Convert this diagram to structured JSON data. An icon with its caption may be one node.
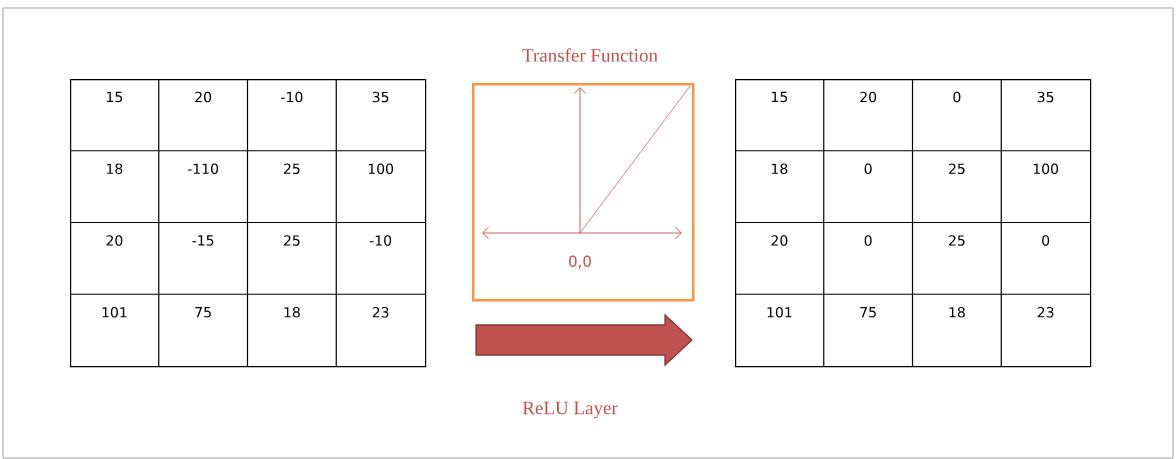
{
  "diagram": {
    "nodes": [
      {
        "text": [
          "15",
          "20",
          "-10",
          "35",
          "18",
          "-110",
          "25",
          "100",
          "20",
          "-15",
          "25",
          "-10",
          "101",
          "75",
          "18",
          "23"
        ]
      },
      {
        "text": [
          "Transfer Function",
          "0,0"
        ]
      },
      {
        "text": [
          "15",
          "20",
          "0",
          "35",
          "18",
          "0",
          "25",
          "100",
          "20",
          "0",
          "25",
          "0",
          "101",
          "75",
          "18",
          "23"
        ]
      }
    ],
    "edges": [
      {
        "from": 0,
        "to": 2,
        "arrow": "to",
        "label": "ReLU Layer",
        "style": "thick",
        "color": "#c0504d"
      }
    ]
  }
}
